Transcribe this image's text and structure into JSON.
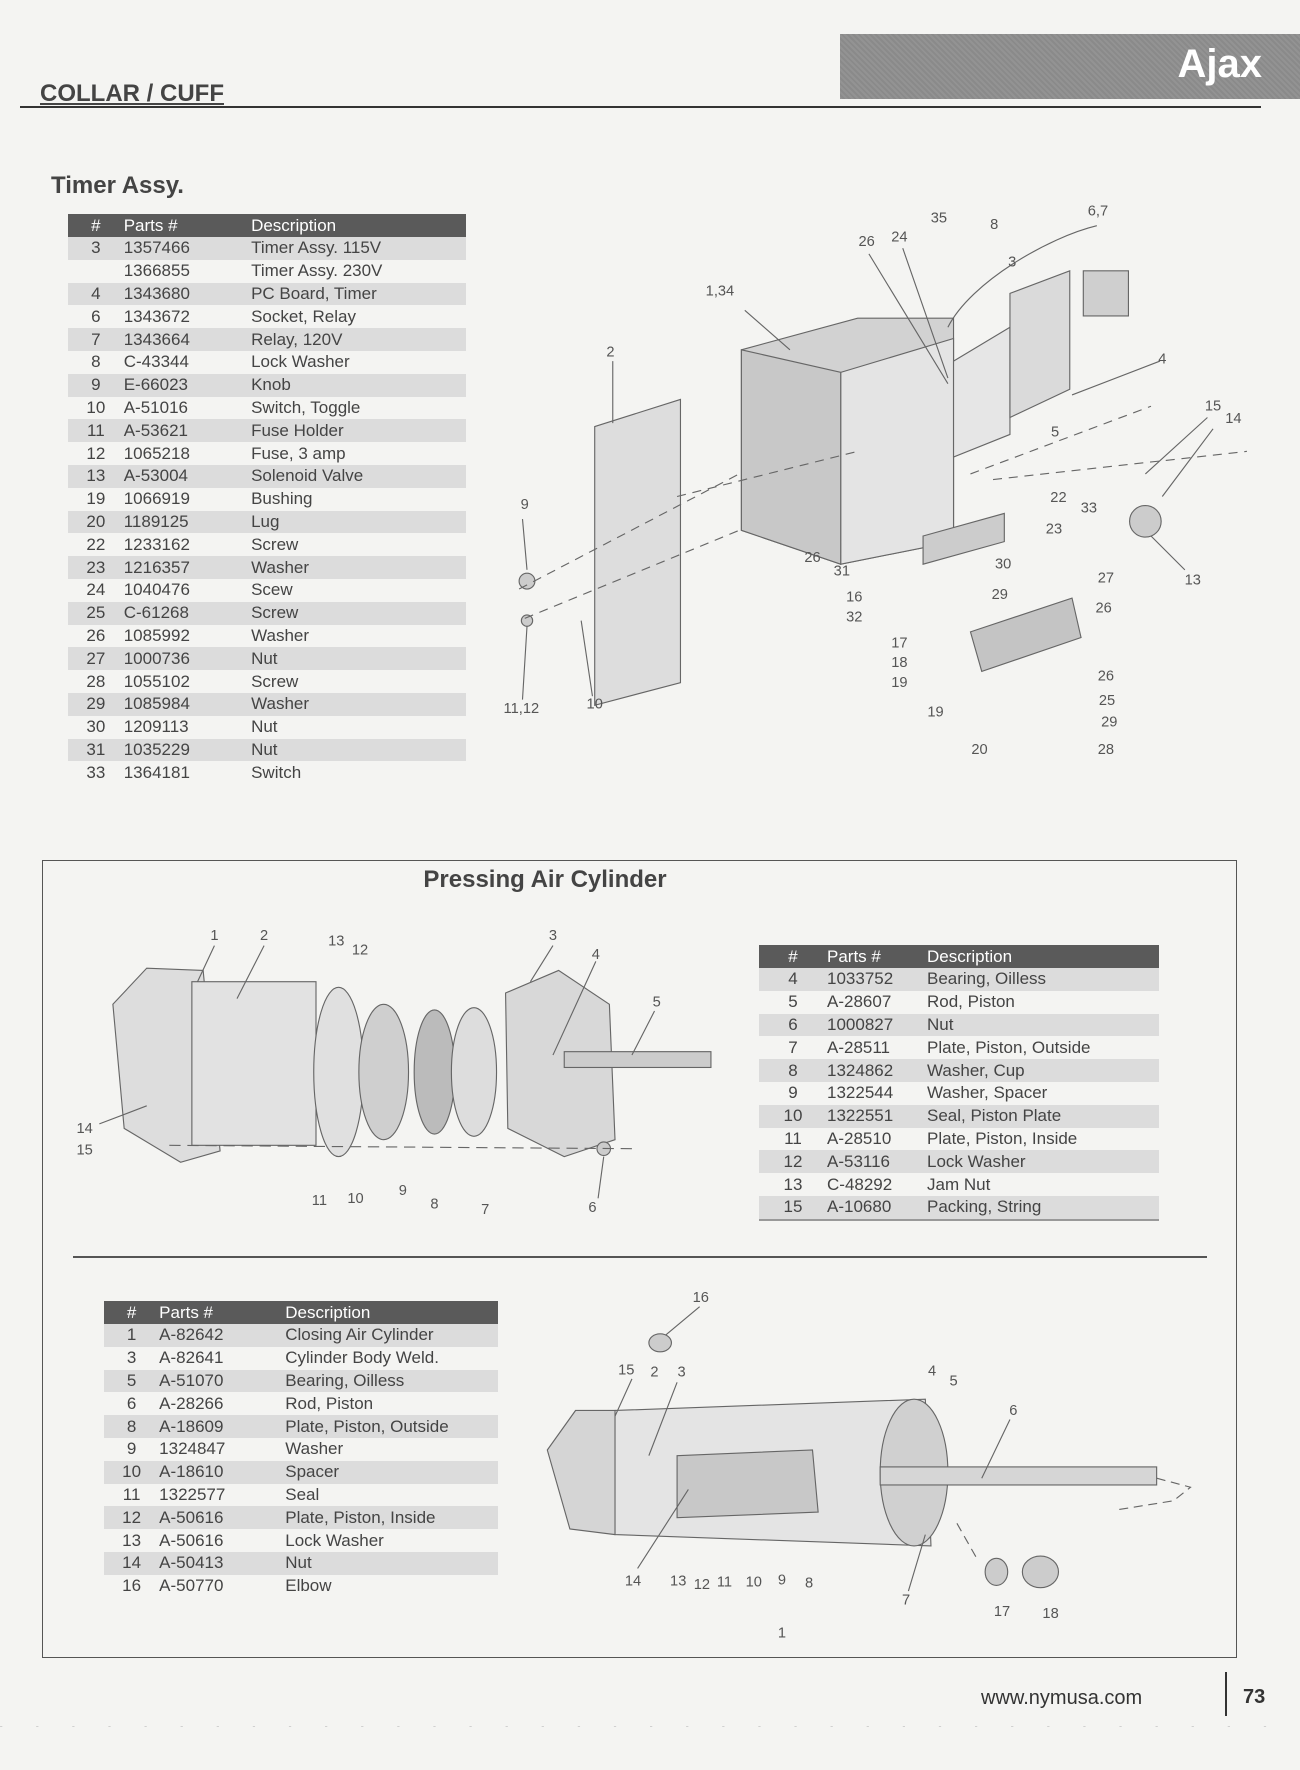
{
  "header": {
    "brand": "Ajax",
    "section": "COLLAR / CUFF"
  },
  "timer_assy": {
    "title": "Timer Assy.",
    "columns": [
      "#",
      "Parts #",
      "Description"
    ],
    "rows": [
      [
        "3",
        "1357466",
        "Timer Assy. 115V"
      ],
      [
        "",
        "1366855",
        "Timer Assy. 230V"
      ],
      [
        "4",
        "1343680",
        "PC Board, Timer"
      ],
      [
        "6",
        "1343672",
        "Socket, Relay"
      ],
      [
        "7",
        "1343664",
        "Relay, 120V"
      ],
      [
        "8",
        "C-43344",
        "Lock Washer"
      ],
      [
        "9",
        "E-66023",
        "Knob"
      ],
      [
        "10",
        "A-51016",
        "Switch, Toggle"
      ],
      [
        "11",
        "A-53621",
        "Fuse Holder"
      ],
      [
        "12",
        "1065218",
        "Fuse, 3 amp"
      ],
      [
        "13",
        "A-53004",
        "Solenoid Valve"
      ],
      [
        "19",
        "1066919",
        "Bushing"
      ],
      [
        "20",
        "1189125",
        "Lug"
      ],
      [
        "22",
        "1233162",
        "Screw"
      ],
      [
        "23",
        "1216357",
        "Washer"
      ],
      [
        "24",
        "1040476",
        "Scew"
      ],
      [
        "25",
        "C-61268",
        "Screw"
      ],
      [
        "26",
        "1085992",
        "Washer"
      ],
      [
        "27",
        "1000736",
        "Nut"
      ],
      [
        "28",
        "1055102",
        "Screw"
      ],
      [
        "29",
        "1085984",
        "Washer"
      ],
      [
        "30",
        "1209113",
        "Nut"
      ],
      [
        "31",
        "1035229",
        "Nut"
      ],
      [
        "33",
        "1364181",
        "Switch"
      ]
    ],
    "callouts": [
      "35",
      "6,7",
      "8",
      "26",
      "24",
      "3",
      "1,34",
      "2",
      "4",
      "5",
      "15",
      "14",
      "9",
      "22",
      "33",
      "23",
      "26",
      "31",
      "30",
      "27",
      "13",
      "29",
      "26",
      "16",
      "32",
      "17",
      "18",
      "19",
      "26",
      "25",
      "19",
      "29",
      "20",
      "28",
      "11,12",
      "10"
    ]
  },
  "pressing_cylinder": {
    "title": "Pressing Air Cylinder",
    "columns": [
      "#",
      "Parts #",
      "Description"
    ],
    "rows": [
      [
        "4",
        "1033752",
        "Bearing, Oilless"
      ],
      [
        "5",
        "A-28607",
        "Rod, Piston"
      ],
      [
        "6",
        "1000827",
        "Nut"
      ],
      [
        "7",
        "A-28511",
        "Plate, Piston, Outside"
      ],
      [
        "8",
        "1324862",
        "Washer, Cup"
      ],
      [
        "9",
        "1322544",
        "Washer, Spacer"
      ],
      [
        "10",
        "1322551",
        "Seal, Piston Plate"
      ],
      [
        "11",
        "A-28510",
        "Plate, Piston, Inside"
      ],
      [
        "12",
        "A-53116",
        "Lock Washer"
      ],
      [
        "13",
        "C-48292",
        "Jam Nut"
      ],
      [
        "15",
        "A-10680",
        "Packing, String"
      ]
    ],
    "callouts": [
      "1",
      "2",
      "13",
      "12",
      "3",
      "4",
      "5",
      "14",
      "15",
      "11",
      "10",
      "9",
      "8",
      "7",
      "6"
    ]
  },
  "closing_cylinder": {
    "columns": [
      "#",
      "Parts #",
      "Description"
    ],
    "rows": [
      [
        "1",
        "A-82642",
        "Closing Air Cylinder"
      ],
      [
        "3",
        "A-82641",
        "Cylinder Body Weld."
      ],
      [
        "5",
        "A-51070",
        "Bearing, Oilless"
      ],
      [
        "6",
        "A-28266",
        "Rod, Piston"
      ],
      [
        "8",
        "A-18609",
        "Plate, Piston, Outside"
      ],
      [
        "9",
        "1324847",
        "Washer"
      ],
      [
        "10",
        "A-18610",
        "Spacer"
      ],
      [
        "11",
        "1322577",
        "Seal"
      ],
      [
        "12",
        "A-50616",
        "Plate, Piston, Inside"
      ],
      [
        "13",
        "A-50616",
        "Lock Washer"
      ],
      [
        "14",
        "A-50413",
        "Nut"
      ],
      [
        "16",
        "A-50770",
        "Elbow"
      ]
    ],
    "callouts": [
      "16",
      "15",
      "2",
      "3",
      "4",
      "5",
      "6",
      "14",
      "13",
      "12",
      "11",
      "10",
      "9",
      "8",
      "7",
      "17",
      "18",
      "1"
    ]
  },
  "footer": {
    "url": "www.nymusa.com",
    "page": "73"
  }
}
